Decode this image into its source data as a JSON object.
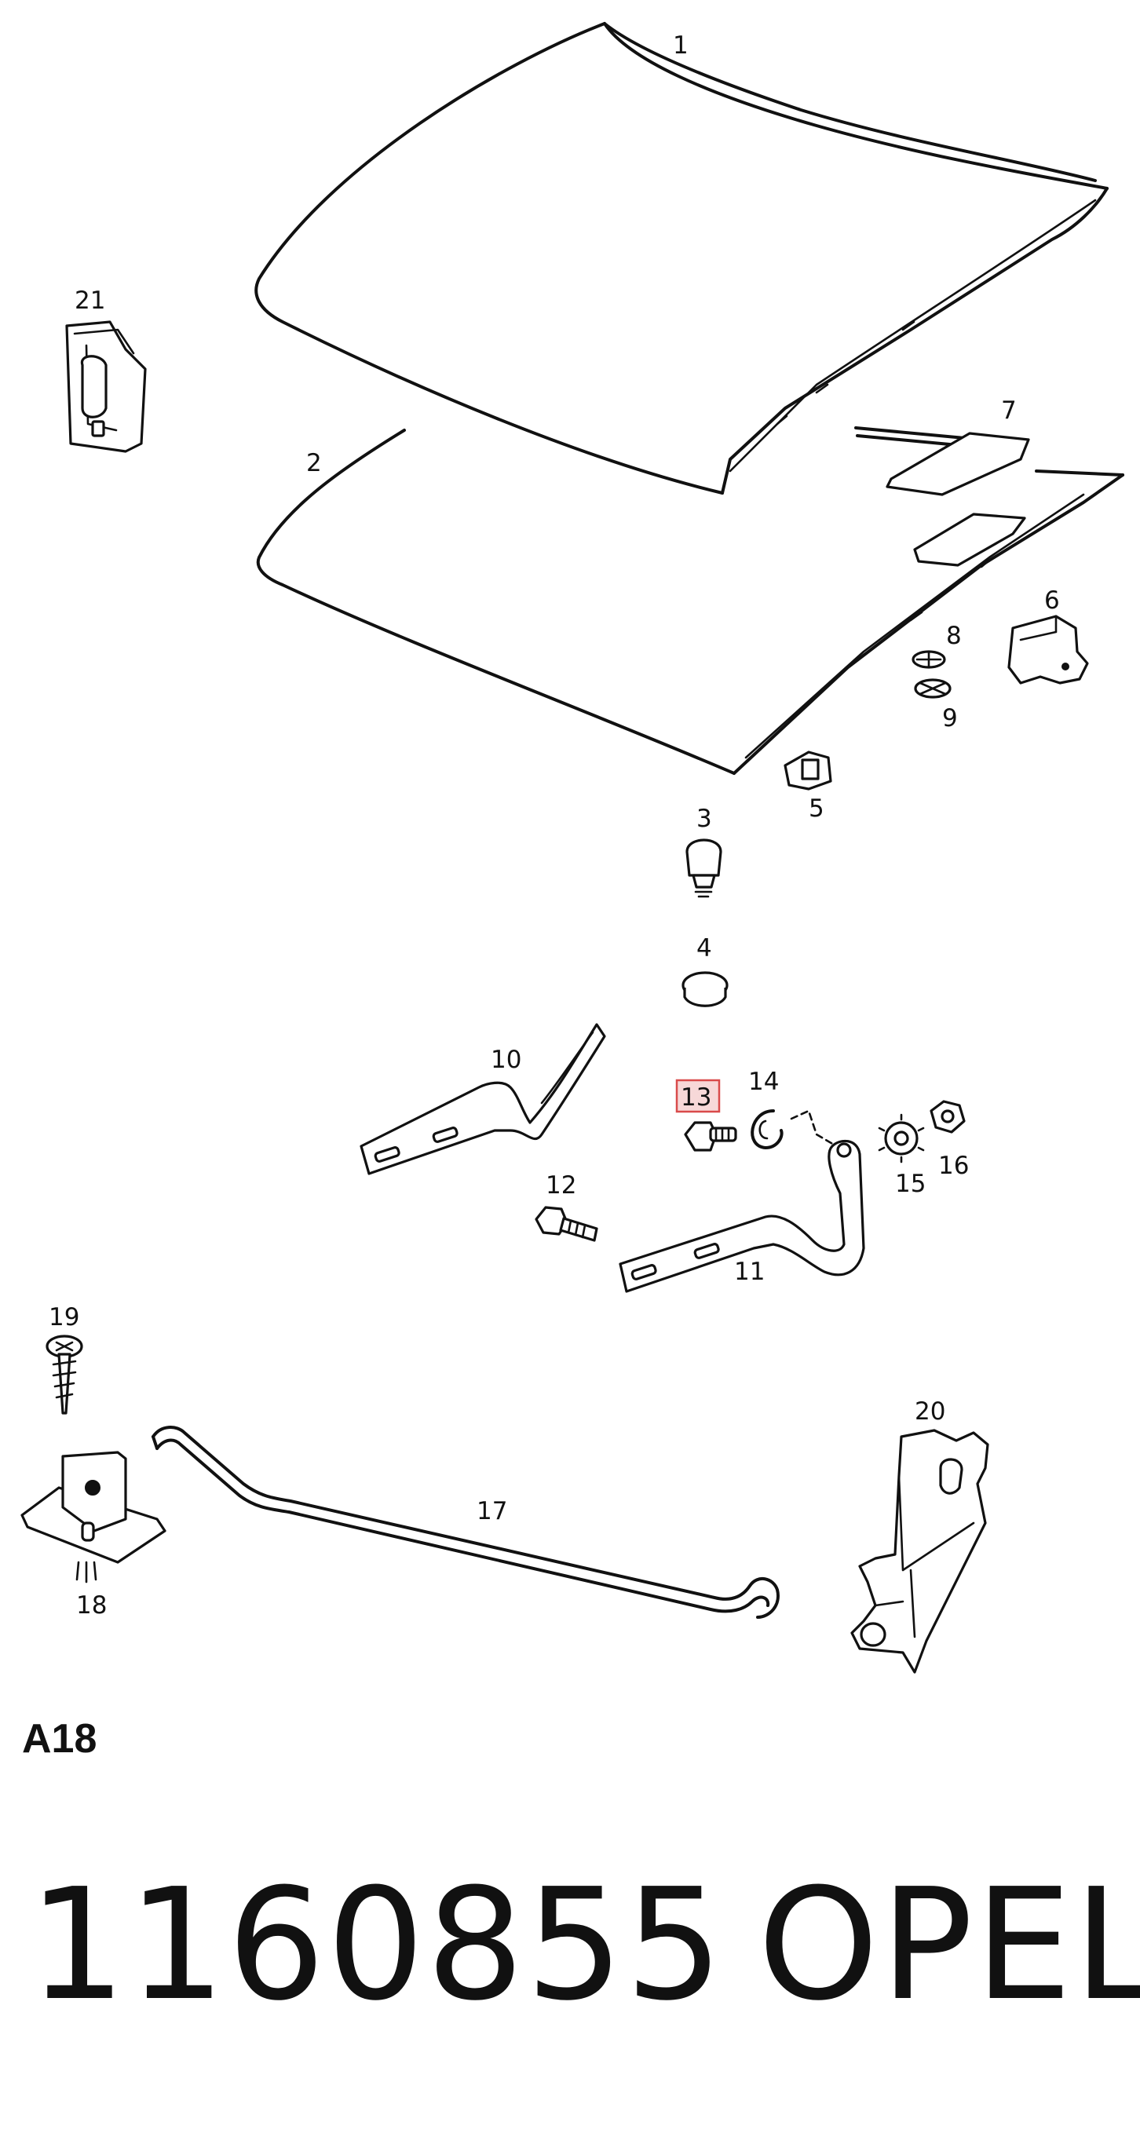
{
  "diagram": {
    "highlight_color": "#d94b4b",
    "highlighted_part": "13",
    "parts": [
      {
        "id": "p1",
        "label": "1"
      },
      {
        "id": "p2",
        "label": "2"
      },
      {
        "id": "p3",
        "label": "3"
      },
      {
        "id": "p4",
        "label": "4"
      },
      {
        "id": "p5",
        "label": "5"
      },
      {
        "id": "p6",
        "label": "6"
      },
      {
        "id": "p7",
        "label": "7"
      },
      {
        "id": "p8",
        "label": "8"
      },
      {
        "id": "p9",
        "label": "9"
      },
      {
        "id": "p10",
        "label": "10"
      },
      {
        "id": "p11",
        "label": "11"
      },
      {
        "id": "p12",
        "label": "12"
      },
      {
        "id": "p13",
        "label": "13"
      },
      {
        "id": "p14",
        "label": "14"
      },
      {
        "id": "p15",
        "label": "15"
      },
      {
        "id": "p16",
        "label": "16"
      },
      {
        "id": "p17",
        "label": "17"
      },
      {
        "id": "p18",
        "label": "18"
      },
      {
        "id": "p19",
        "label": "19"
      },
      {
        "id": "p20",
        "label": "20"
      },
      {
        "id": "p21",
        "label": "21"
      }
    ]
  },
  "footer": {
    "section_code": "A18",
    "part_number": "1160855",
    "brand": "OPEL"
  }
}
